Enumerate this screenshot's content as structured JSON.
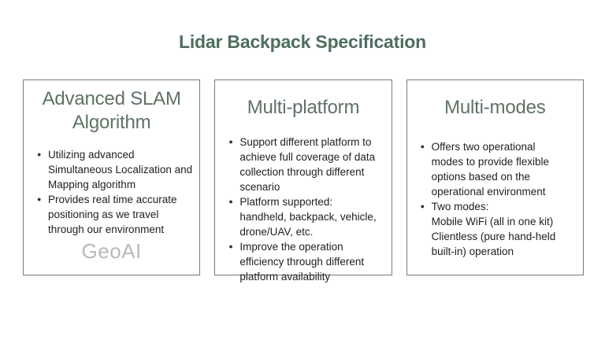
{
  "slide": {
    "title": "Lidar Backpack Specification"
  },
  "cards": [
    {
      "title": "Advanced SLAM Algorithm",
      "bullets": [
        "Utilizing advanced Simultaneous Localization and Mapping algorithm",
        "Provides real time accurate positioning as we travel through our environment"
      ],
      "watermark": "GeoAI"
    },
    {
      "title": "Multi-platform",
      "bullets": [
        "Support different platform to achieve full coverage of data collection through different scenario",
        "Platform supported:\nhandheld, backpack, vehicle, drone/UAV, etc.",
        "Improve the operation efficiency through different platform availability"
      ]
    },
    {
      "title": "Multi-modes",
      "bullets": [
        "Offers two operational modes to provide flexible options based on the operational environment",
        "Two modes:\nMobile WiFi (all in one kit)\nClientless (pure hand-held built-in) operation"
      ]
    }
  ],
  "colors": {
    "title_green": "#4d6e5e",
    "card_title_green": "#5f7265",
    "border_green": "#6f7f77",
    "body_text": "#212121",
    "watermark_gray": "#b7b9bb",
    "background": "#ffffff"
  }
}
